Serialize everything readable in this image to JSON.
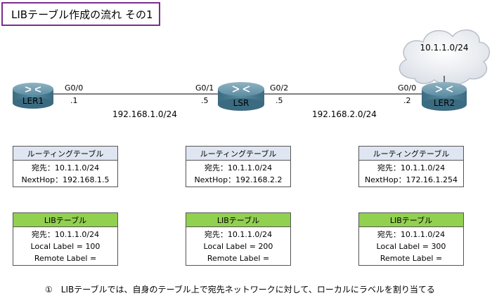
{
  "title": "LIBテーブル作成の流れ その1",
  "cloud": {
    "label": "10.1.1.0/24"
  },
  "routers": [
    {
      "name": "LER1"
    },
    {
      "name": "LSR"
    },
    {
      "name": "LER2"
    }
  ],
  "links": [
    {
      "network": "192.168.1.0/24",
      "left_if": "G0/0",
      "left_host": ".1",
      "right_if": "G0/1",
      "right_host": ".5"
    },
    {
      "network": "192.168.2.0/24",
      "left_if": "G0/2",
      "left_host": ".5",
      "right_if": "G0/0",
      "right_host": ".2"
    }
  ],
  "routing_tables": [
    {
      "header": "ルーティングテーブル",
      "dest": "宛先：10.1.1.0/24",
      "nexthop": "NextHop：192.168.1.5"
    },
    {
      "header": "ルーティングテーブル",
      "dest": "宛先：10.1.1.0/24",
      "nexthop": "NextHop：192.168.2.2"
    },
    {
      "header": "ルーティングテーブル",
      "dest": "宛先：10.1.1.0/24",
      "nexthop": "NextHop：172.16.1.254"
    }
  ],
  "lib_tables": [
    {
      "header": "LIBテーブル",
      "dest": "宛先：10.1.1.0/24",
      "local": "Local Label = 100",
      "remote": "Remote Label ="
    },
    {
      "header": "LIBテーブル",
      "dest": "宛先：10.1.1.0/24",
      "local": "Local Label = 200",
      "remote": "Remote Label ="
    },
    {
      "header": "LIBテーブル",
      "dest": "宛先：10.1.1.0/24",
      "local": "Local Label = 300",
      "remote": "Remote Label ="
    }
  ],
  "caption": "①　LIBテーブルでは、自身のテーブル上で宛先ネットワークに対して、ローカルにラベルを割り当てる",
  "colors": {
    "title_border": "#7a2f8e",
    "routing_header": "#dfe6f1",
    "lib_header": "#92d050",
    "router_body": "#4f7f95"
  }
}
